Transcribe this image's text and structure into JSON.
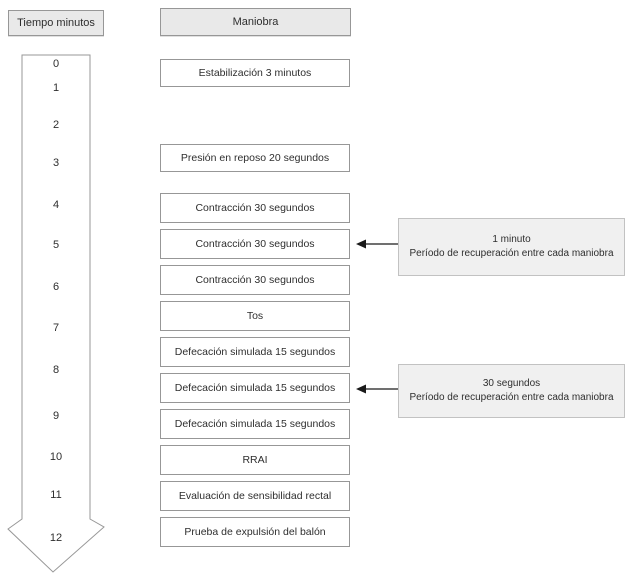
{
  "headers": {
    "time": "Tiempo minutos",
    "maneuver": "Maniobra"
  },
  "timeline": {
    "ticks": [
      "0",
      "1",
      "2",
      "3",
      "4",
      "5",
      "6",
      "7",
      "8",
      "9",
      "10",
      "11",
      "12"
    ]
  },
  "maneuvers": [
    "Estabilización 3 minutos",
    "Presión en reposo 20 segundos",
    "Contracción 30 segundos",
    "Contracción 30 segundos",
    "Contracción 30 segundos",
    "Tos",
    "Defecación simulada 15 segundos",
    "Defecación simulada 15 segundos",
    "Defecación simulada 15 segundos",
    "RRAI",
    "Evaluación de sensibilidad rectal",
    "Prueba de expulsión del balón"
  ],
  "callouts": [
    {
      "line1": "1 minuto",
      "line2": "Período de recuperación entre cada maniobra"
    },
    {
      "line1": "30 segundos",
      "line2": "Período de recuperación entre cada maniobra"
    }
  ],
  "colors": {
    "header_fill": "#e9e9e9",
    "box_fill": "#ffffff",
    "border": "#979797",
    "callout_fill": "#f0f0f0",
    "callout_border": "#c2c2c2",
    "text": "#2e2e2e",
    "connector": "#1a1a1a"
  }
}
